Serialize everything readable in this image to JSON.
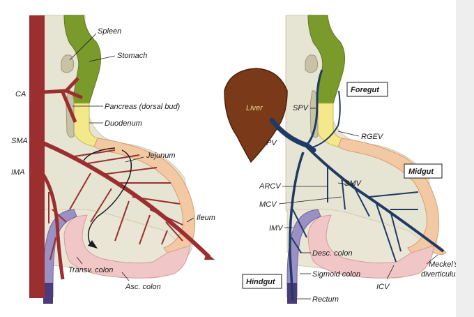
{
  "left_panel": {
    "labels": {
      "spleen": "Spleen",
      "stomach": "Stomach",
      "ca": "CA",
      "pancreas": "Pancreas (dorsal bud)",
      "duodenum": "Duodenum",
      "sma": "SMA",
      "ima": "IMA",
      "jejunum": "Jejunum",
      "ileum": "Ileum",
      "transv_colon": "Transv. colon",
      "asc_colon": "Asc. colon"
    }
  },
  "right_panel": {
    "labels": {
      "foregut": "Foregut",
      "liver": "Liver",
      "spv": "SPV",
      "pv": "PV",
      "rgev": "RGEV",
      "midgut": "Midgut",
      "arcv": "ARCV",
      "smv": "SMV",
      "mcv": "MCV",
      "imv": "IMV",
      "desc_colon": "Desc. colon",
      "hindgut": "Hindgut",
      "sigmoid_colon": "Sigmoid colon",
      "icv": "ICV",
      "meckels_line1": "Meckel's",
      "meckels_line2": "diverticulum",
      "rectum": "Rectum"
    }
  },
  "colors": {
    "mesentery": "#e6e4d3",
    "foregut_green": "#7a9a2c",
    "duodenum_yellow": "#f3e98a",
    "midgut_peach": "#f3c9a3",
    "colon_pink": "#f1c6c6",
    "hindgut_purple": "#9b90c4",
    "rectum_dark": "#4d3a78",
    "artery": "#9b2f2f",
    "vein": "#1f3a64",
    "liver": "#7a3a1a"
  }
}
